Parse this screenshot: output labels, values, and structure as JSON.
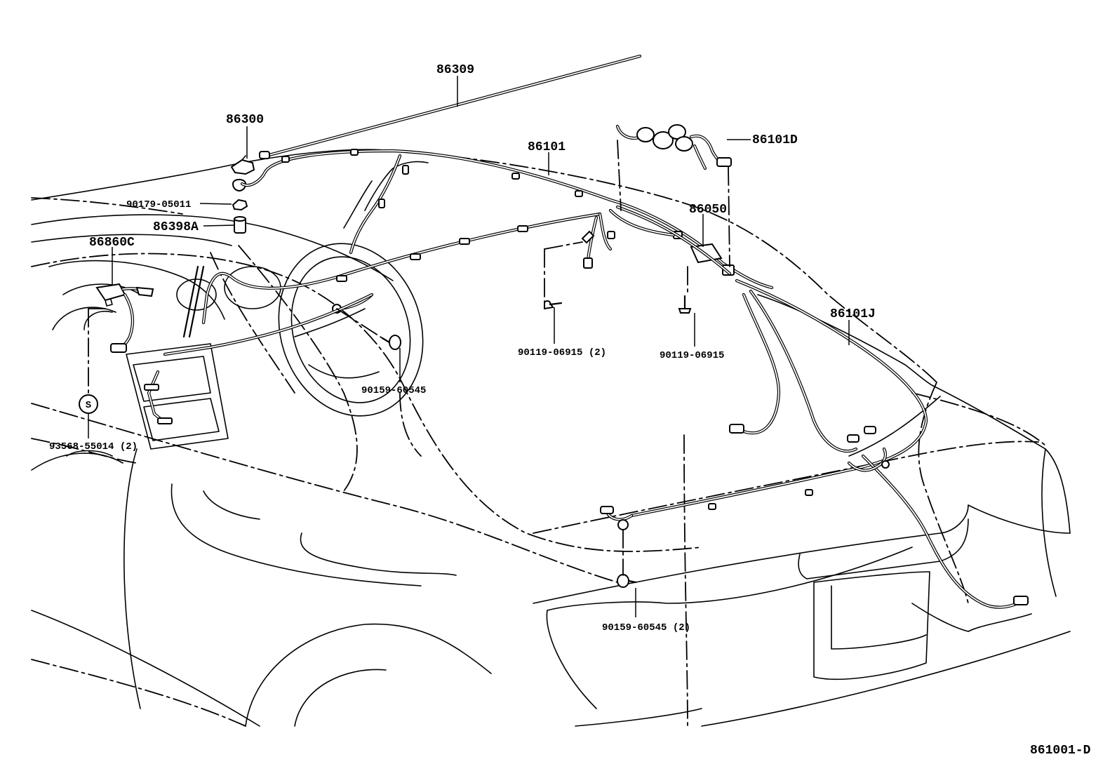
{
  "diagram": {
    "callouts": [
      {
        "id": "antenna-rod",
        "label": "86309"
      },
      {
        "id": "antenna-base",
        "label": "86300"
      },
      {
        "id": "nut",
        "label": "90179-05011"
      },
      {
        "id": "spacer",
        "label": "86398A"
      },
      {
        "id": "cord-86860c",
        "label": "86860C"
      },
      {
        "id": "cord-86101",
        "label": "86101"
      },
      {
        "id": "cord-86101d",
        "label": "86101D"
      },
      {
        "id": "amplifier",
        "label": "86050"
      },
      {
        "id": "cord-86101j",
        "label": "86101J"
      },
      {
        "id": "bolt-1",
        "label": "90119-06915 (2)"
      },
      {
        "id": "bolt-2",
        "label": "90119-06915"
      },
      {
        "id": "screw-1",
        "label": "90159-60545"
      },
      {
        "id": "screw-2",
        "label": "90159-60545 (2)"
      },
      {
        "id": "clamp",
        "label": "93568-55014 (2)"
      }
    ],
    "symbol_s": "S",
    "figure_code": "861001-D"
  }
}
